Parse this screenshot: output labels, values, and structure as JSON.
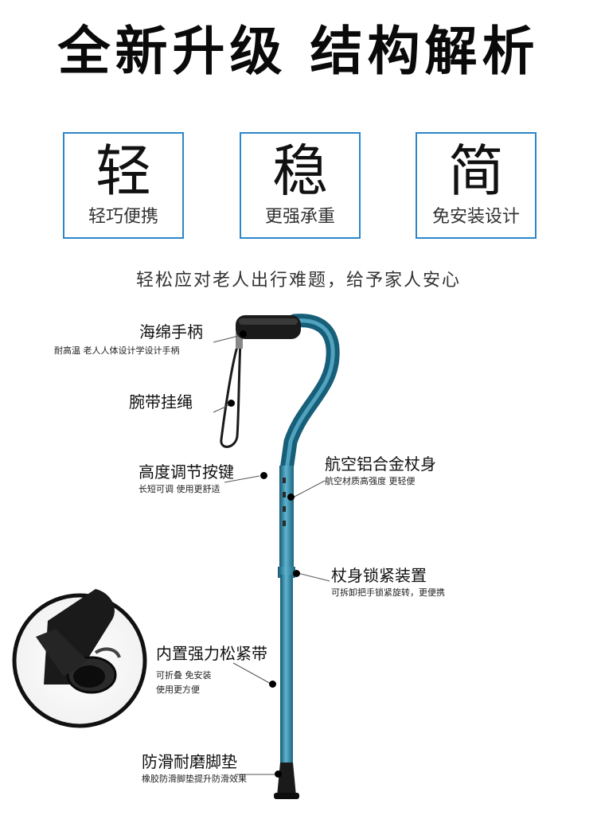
{
  "headline": "全新升级 结构解析",
  "features": [
    {
      "big": "轻",
      "sub": "轻巧便携"
    },
    {
      "big": "稳",
      "sub": "更强承重"
    },
    {
      "big": "简",
      "sub": "免安装设计"
    }
  ],
  "tagline": "轻松应对老人出行难题，给予家人安心",
  "callouts": {
    "handle": {
      "title": "海绵手柄",
      "desc": "耐高温 老人人体设计学设计手柄"
    },
    "strap": {
      "title": "腕带挂绳"
    },
    "height_button": {
      "title": "高度调节按键",
      "desc": "长短可调 使用更舒适"
    },
    "body": {
      "title": "航空铝合金杖身",
      "desc": "航空材质高强度 更轻便"
    },
    "lock": {
      "title": "杖身锁紧装置",
      "desc": "可拆卸把手锁紧旋转，更便携"
    },
    "band": {
      "title": "内置强力松紧带",
      "desc1": "可折叠 免安装",
      "desc2": "使用更方便"
    },
    "foot": {
      "title": "防滑耐磨脚垫",
      "desc": "橡胶防滑脚垫提升防滑效果"
    }
  },
  "colors": {
    "accent_border": "#2d86c9",
    "cane_body": "#1f6f8c",
    "cane_highlight": "#5fb3cf"
  }
}
